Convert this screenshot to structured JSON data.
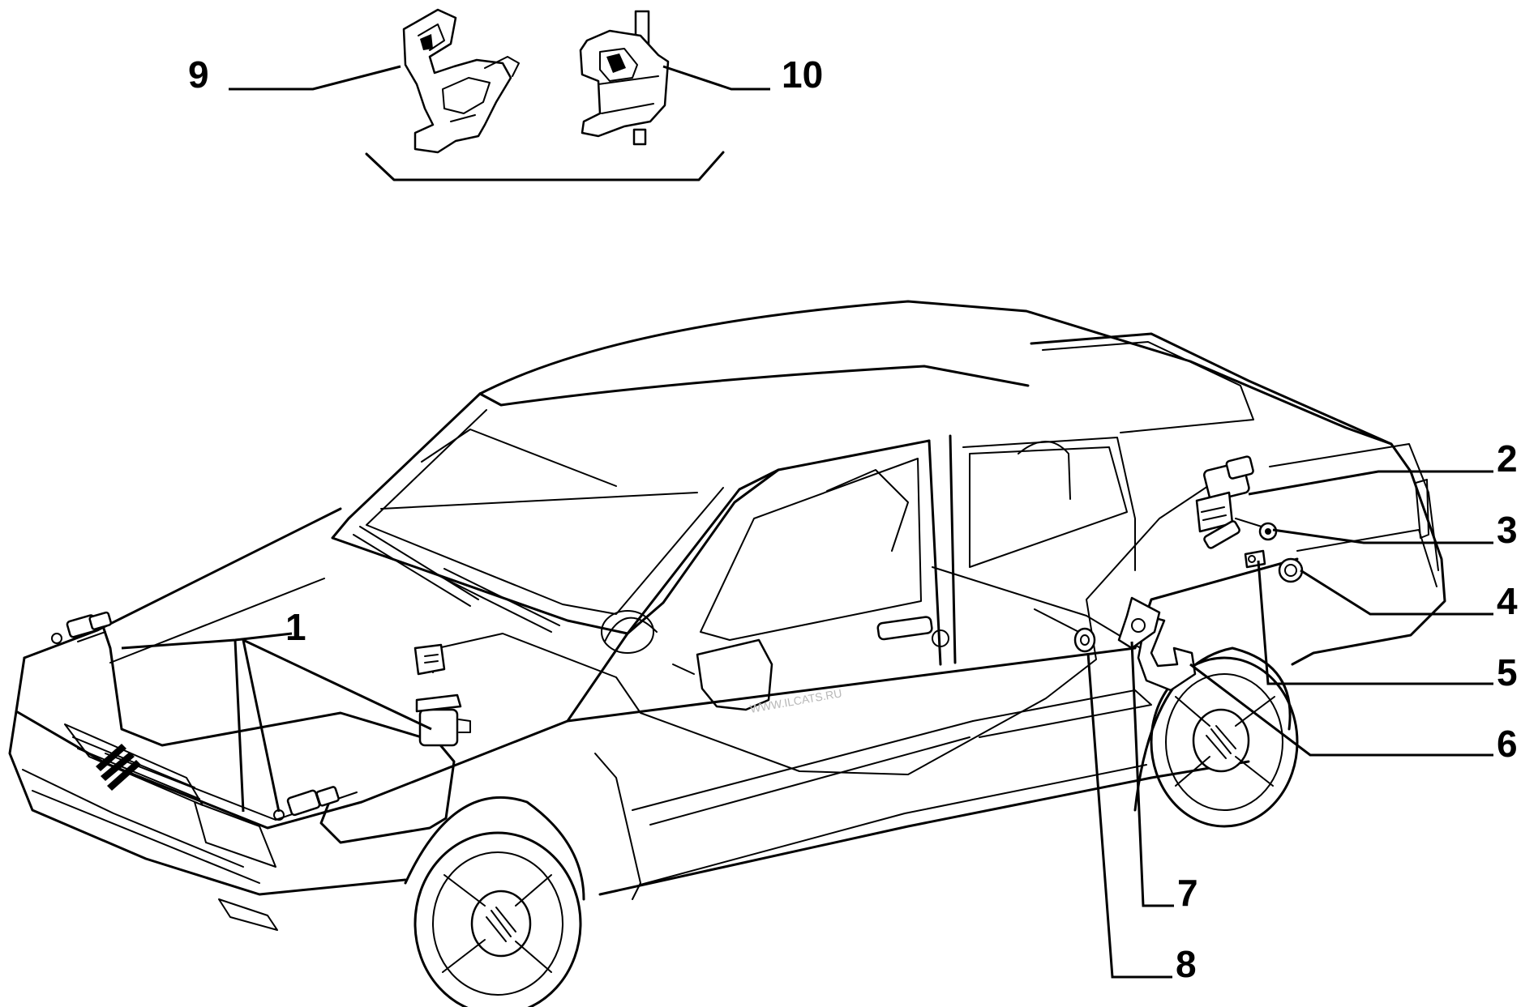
{
  "callouts": [
    {
      "id": "1",
      "label": "1"
    },
    {
      "id": "2",
      "label": "2"
    },
    {
      "id": "3",
      "label": "3"
    },
    {
      "id": "4",
      "label": "4"
    },
    {
      "id": "5",
      "label": "5"
    },
    {
      "id": "6",
      "label": "6"
    },
    {
      "id": "7",
      "label": "7"
    },
    {
      "id": "8",
      "label": "8"
    },
    {
      "id": "9",
      "label": "9"
    },
    {
      "id": "10",
      "label": "10"
    }
  ],
  "watermark": {
    "line1": "WWW.ILCATS.RU"
  },
  "colors": {
    "ink": "#000000",
    "background": "#ffffff",
    "watermark": "#b8b8b8"
  }
}
